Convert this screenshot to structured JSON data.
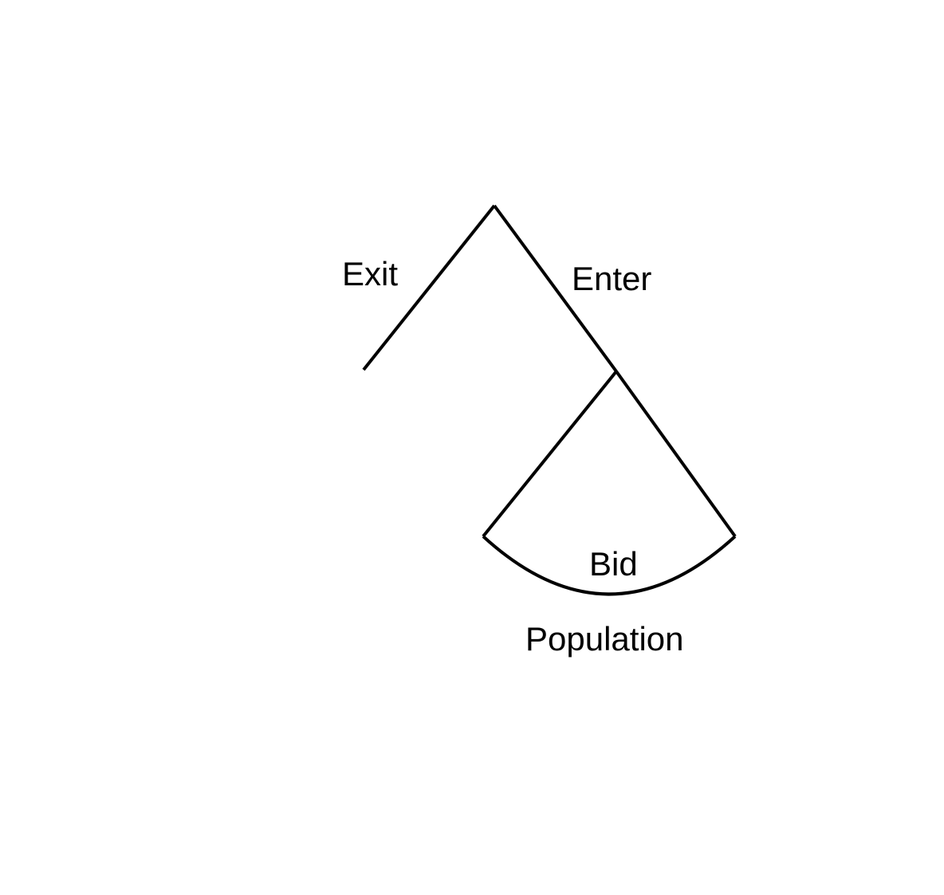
{
  "diagram": {
    "labels": {
      "exit": "Exit",
      "enter": "Enter",
      "bid": "Bid",
      "population": "Population"
    },
    "line_color": "#000000",
    "background": "#ffffff"
  }
}
